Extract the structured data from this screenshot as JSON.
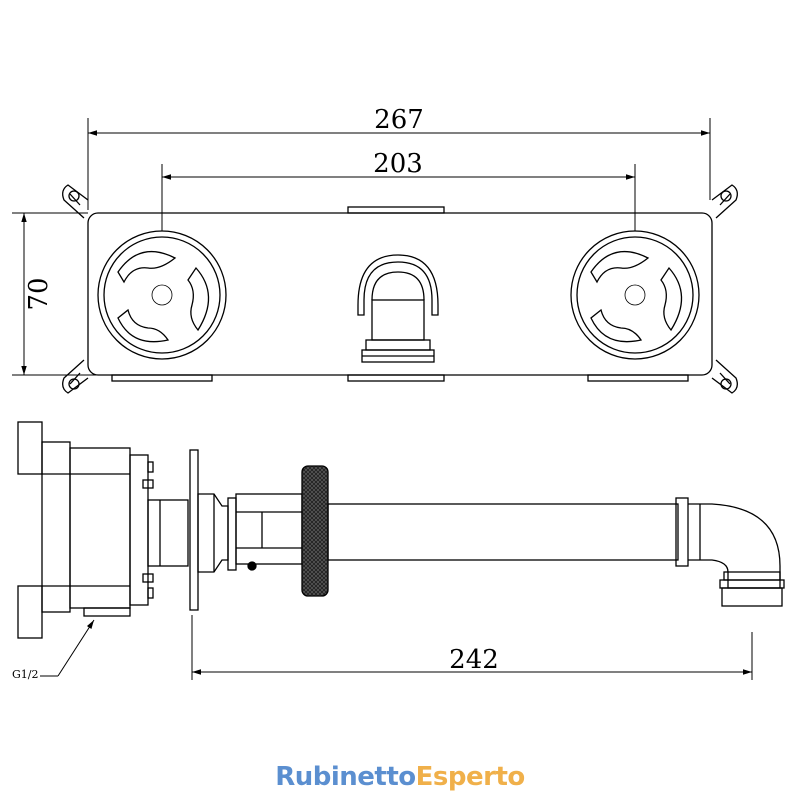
{
  "dimensions": {
    "overall_width": "267",
    "handle_spacing": "203",
    "plate_height": "70",
    "spout_projection": "242"
  },
  "labels": {
    "thread": "G1/2"
  },
  "watermark": {
    "part1": "Rubinetto",
    "part2": "Esperto",
    "color1": "#5b8fd0",
    "color2": "#f0b04a"
  }
}
